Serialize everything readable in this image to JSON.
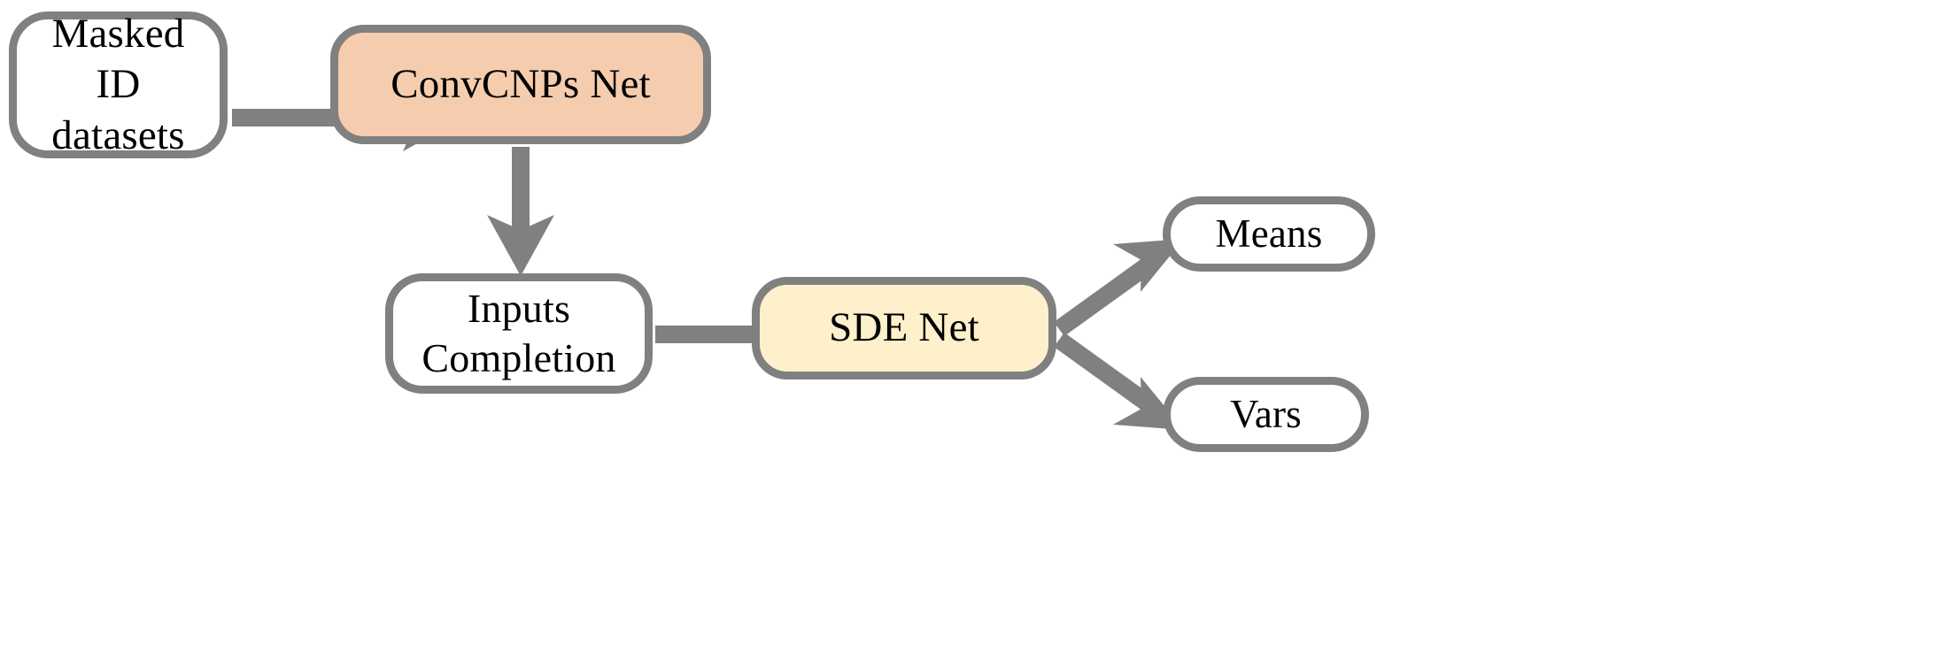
{
  "diagram": {
    "title": "ConvCNPs + SDE Net pipeline flowchart",
    "background_color": "#ffffff",
    "stroke_color": "#808080",
    "text_color": "#000000",
    "nodes": [
      {
        "id": "masked-id-datasets",
        "label": "Masked\nID\ndatasets",
        "fill": "#ffffff",
        "shape": "rounded-rectangle"
      },
      {
        "id": "convcnps-net",
        "label": "ConvCNPs Net",
        "fill": "#f5cdae",
        "shape": "rounded-rectangle"
      },
      {
        "id": "inputs-completion",
        "label": "Inputs\nCompletion",
        "fill": "#ffffff",
        "shape": "rounded-rectangle"
      },
      {
        "id": "sde-net",
        "label": "SDE Net",
        "fill": "#fdf0cb",
        "shape": "rounded-rectangle"
      },
      {
        "id": "means",
        "label": "Means",
        "fill": "#ffffff",
        "shape": "rounded-rectangle"
      },
      {
        "id": "vars",
        "label": "Vars",
        "fill": "#ffffff",
        "shape": "rounded-rectangle"
      }
    ],
    "edges": [
      {
        "id": "masked-to-convcnps",
        "from": "masked-id-datasets",
        "to": "convcnps-net",
        "direction": "right",
        "label": ""
      },
      {
        "id": "convcnps-to-inputs",
        "from": "convcnps-net",
        "to": "inputs-completion",
        "direction": "down",
        "label": ""
      },
      {
        "id": "inputs-to-sde",
        "from": "inputs-completion",
        "to": "sde-net",
        "direction": "right",
        "label": ""
      },
      {
        "id": "sde-to-means",
        "from": "sde-net",
        "to": "means",
        "direction": "up-right",
        "label": ""
      },
      {
        "id": "sde-to-vars",
        "from": "sde-net",
        "to": "vars",
        "direction": "down-right",
        "label": ""
      }
    ]
  }
}
